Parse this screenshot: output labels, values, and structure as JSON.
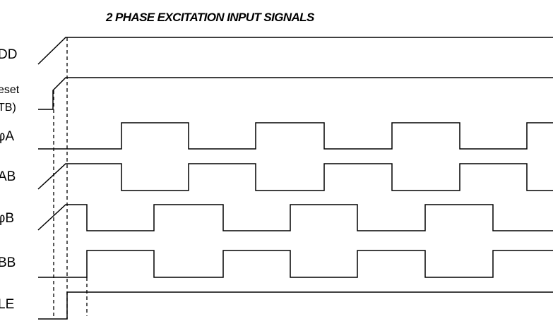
{
  "title": "2 PHASE EXCITATION INPUT SIGNALS",
  "signals": [
    {
      "id": "vdd",
      "label_lines": [
        "DD"
      ]
    },
    {
      "id": "reset",
      "label_lines": [
        "eset",
        "TB)"
      ]
    },
    {
      "id": "phase-a",
      "label_lines": [
        "φA"
      ]
    },
    {
      "id": "phase-ab",
      "label_lines": [
        "AB"
      ]
    },
    {
      "id": "phase-b",
      "label_lines": [
        "φB"
      ]
    },
    {
      "id": "phase-bb",
      "label_lines": [
        "BB"
      ]
    },
    {
      "id": "enable",
      "label_lines": [
        "LE"
      ]
    }
  ]
}
